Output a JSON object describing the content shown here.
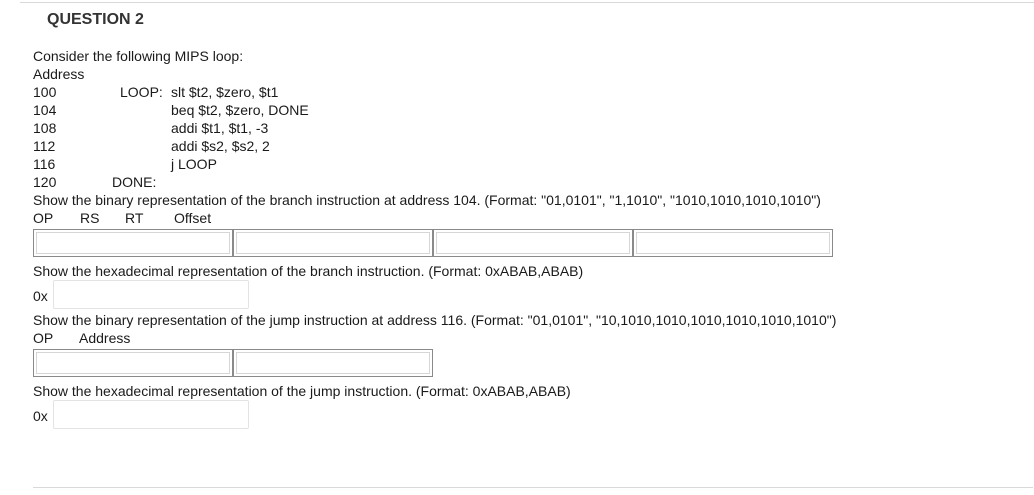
{
  "question": {
    "title": "QUESTION 2",
    "intro": "Consider the following MIPS loop:",
    "address_header": "Address",
    "code": [
      {
        "addr": "100",
        "label": "LOOP:",
        "instr": "slt $t2, $zero, $t1"
      },
      {
        "addr": "104",
        "label": "",
        "instr": "beq $t2, $zero, DONE"
      },
      {
        "addr": "108",
        "label": "",
        "instr": "addi $t1, $t1, -3"
      },
      {
        "addr": "112",
        "label": "",
        "instr": "addi $s2, $s2, 2"
      },
      {
        "addr": "116",
        "label": "",
        "instr": "j LOOP"
      },
      {
        "addr": "120",
        "label": "DONE:",
        "instr": ""
      }
    ]
  },
  "part1": {
    "prompt": "Show the binary representation of the branch instruction at address 104. (Format: \"01,0101\", \"1,1010\", \"1010,1010,1010,1010\")",
    "fields": [
      "OP",
      "RS",
      "RT",
      "Offset"
    ]
  },
  "part2": {
    "prompt": "Show the hexadecimal representation of the branch instruction. (Format: 0xABAB,ABAB)",
    "prefix": "0x",
    "value": ""
  },
  "part3": {
    "prompt": "Show the binary representation of the jump instruction at address 116. (Format: \"01,0101\", \"10,1010,1010,1010,1010,1010,1010\")",
    "fields": [
      "OP",
      "Address"
    ]
  },
  "part4": {
    "prompt": "Show the hexadecimal representation of the jump instruction. (Format: 0xABAB,ABAB)",
    "prefix": "0x",
    "value": ""
  }
}
